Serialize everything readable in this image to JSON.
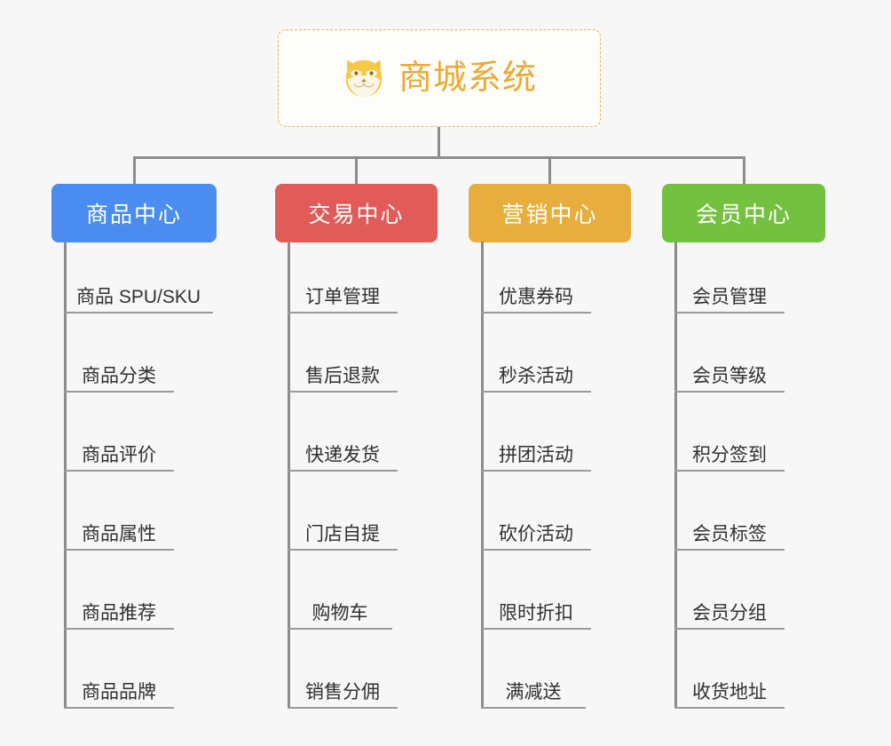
{
  "diagram": {
    "title": "商城系统",
    "root": {
      "label": "商城系统",
      "icon": "shiba-dog-icon",
      "border_color": "#e8b352",
      "text_color": "#eaab33",
      "background": "#fdfdfb"
    },
    "background_color": "#f7f7f7",
    "connector_color": "#8c8c8c",
    "leaf_text_color": "#2e3033",
    "leaf_rule_color": "#9a9a9a",
    "branches": [
      {
        "label": "商品中心",
        "color": "#4a8cf0",
        "items": [
          "商品 SPU/SKU",
          "商品分类",
          "商品评价",
          "商品属性",
          "商品推荐",
          "商品品牌"
        ]
      },
      {
        "label": "交易中心",
        "color": "#e15c59",
        "items": [
          "订单管理",
          "售后退款",
          "快递发货",
          "门店自提",
          "购物车",
          "销售分佣"
        ]
      },
      {
        "label": "营销中心",
        "color": "#e8ae3d",
        "items": [
          "优惠券码",
          "秒杀活动",
          "拼团活动",
          "砍价活动",
          "限时折扣",
          "满减送"
        ]
      },
      {
        "label": "会员中心",
        "color": "#73c13e",
        "items": [
          "会员管理",
          "会员等级",
          "积分签到",
          "会员标签",
          "会员分组",
          "收货地址"
        ]
      }
    ]
  }
}
